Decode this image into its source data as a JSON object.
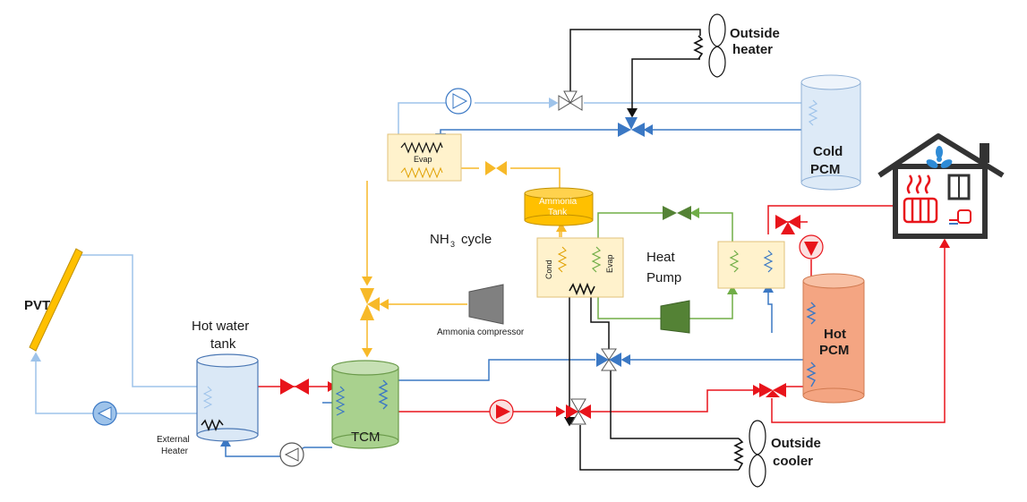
{
  "labels": {
    "pvt": "PVT",
    "hot_water_tank_line1": "Hot water",
    "hot_water_tank_line2": "tank",
    "external_heater_line1": "External",
    "external_heater_line2": "Heater",
    "tcm": "TCM",
    "nh3": "NH",
    "nh3_sub": "3",
    "nh3_cycle": "cycle",
    "ammonia_tank_line1": "Ammonia",
    "ammonia_tank_line2": "Tank",
    "ammonia_compressor": "Ammonia compressor",
    "evap_top": "Evap",
    "cond": "Cond",
    "evap_hp": "Evap",
    "heat_pump_line1": "Heat",
    "heat_pump_line2": "Pump",
    "hot_pcm_line1": "Hot",
    "hot_pcm_line2": "PCM",
    "cold_pcm_line1": "Cold",
    "cold_pcm_line2": "PCM",
    "outside_heater_line1": "Outside",
    "outside_heater_line2": "heater",
    "outside_cooler_line1": "Outside",
    "outside_cooler_line2": "cooler"
  },
  "colors": {
    "hot_loop": "#e8141b",
    "cold_loop": "#3b78c4",
    "light_blue_loop": "#9ec3ea",
    "ammonia_loop": "#f7b928",
    "heat_pump_loop": "#70ad47",
    "outside_loop": "#111111",
    "tcm_fill": "#a9d18e",
    "hot_pcm_fill": "#f4a582",
    "cold_pcm_fill": "#ddeaf7",
    "hwt_fill": "#dae8f6",
    "ammonia_tank_fill": "#ffc000",
    "hx_fill": "#fff2cc",
    "compressor_fill": "#808080"
  }
}
